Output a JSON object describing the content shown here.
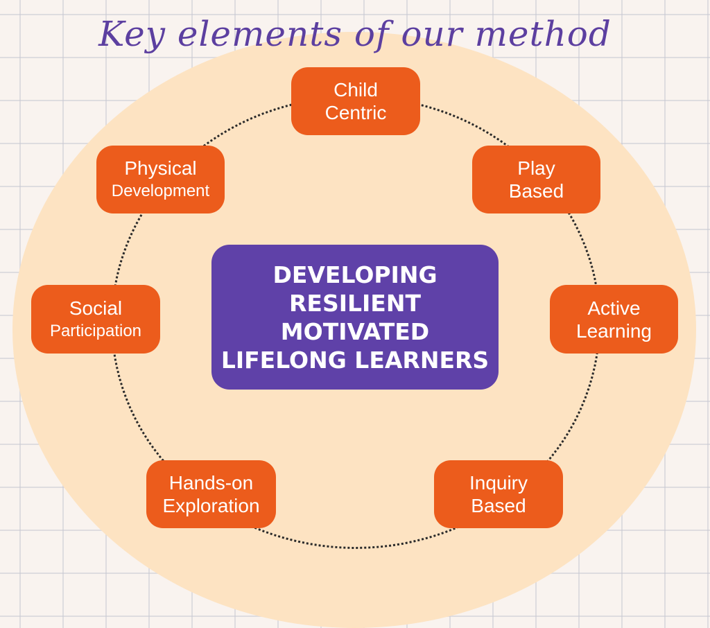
{
  "title": "Key elements of our method",
  "center": {
    "lines": [
      "DEVELOPING",
      "RESILIENT MOTIVATED",
      "LIFELONG LEARNERS"
    ]
  },
  "nodes": [
    {
      "lines": [
        "Child",
        "Centric"
      ]
    },
    {
      "lines": [
        "Play",
        "Based"
      ]
    },
    {
      "lines": [
        "Active",
        "Learning"
      ]
    },
    {
      "lines": [
        "Inquiry",
        "Based"
      ]
    },
    {
      "lines": [
        "Hands-on",
        "Exploration"
      ]
    },
    {
      "lines": [
        "Social",
        "Participation"
      ]
    },
    {
      "lines": [
        "Physical",
        "Development"
      ]
    }
  ],
  "colors": {
    "title": "#5c3fa0",
    "center_box": "#5f41a8",
    "node": "#ec5c1c",
    "blob": "#fde3c2",
    "background": "#f9f3ef"
  }
}
